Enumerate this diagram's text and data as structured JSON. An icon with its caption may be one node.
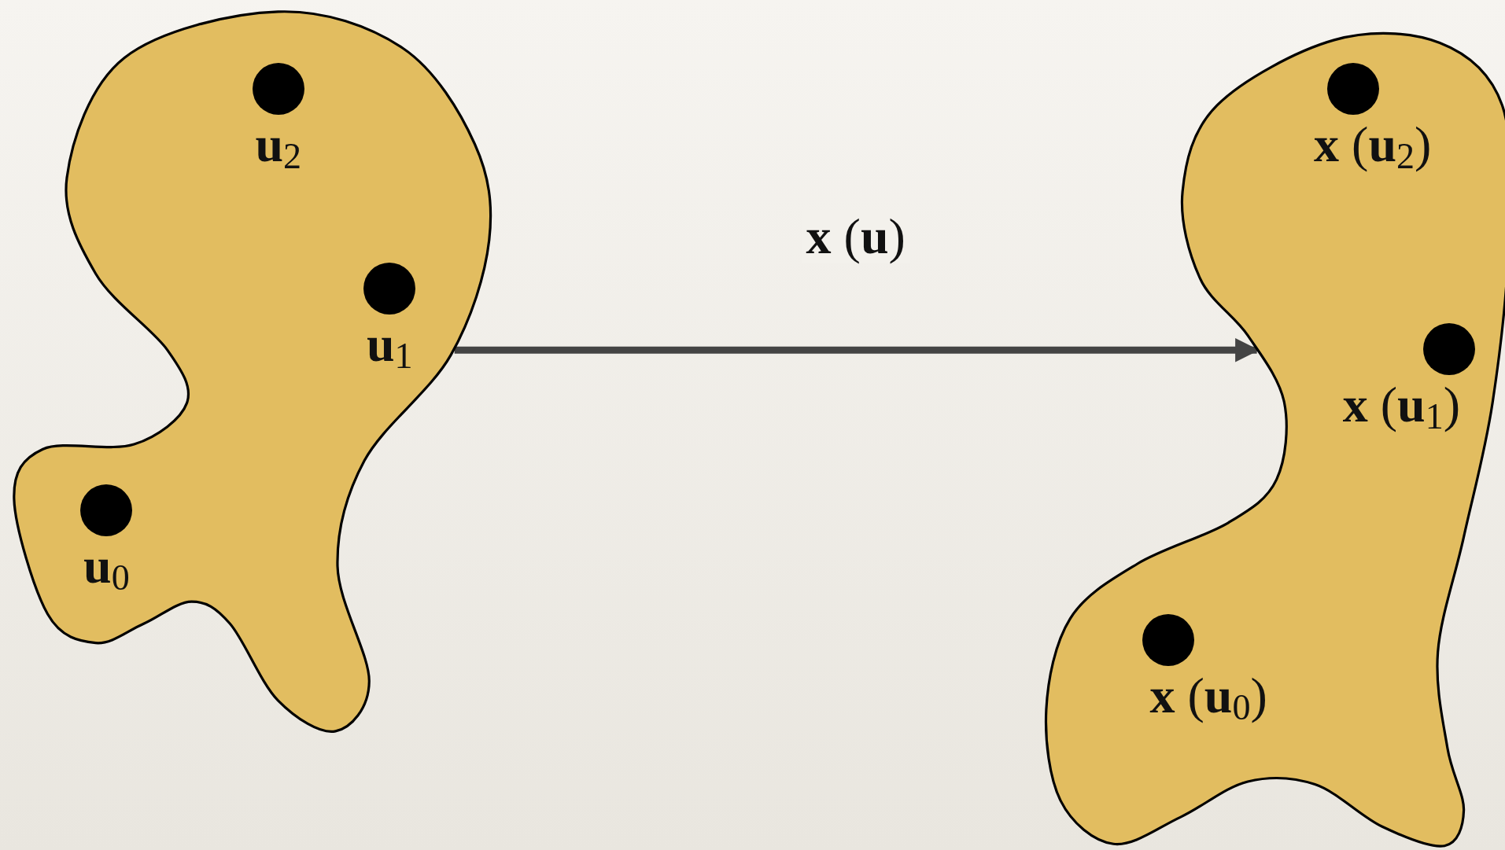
{
  "diagram": {
    "nodes": [
      {
        "text": [],
        "shape": "blob"
      },
      {
        "text": [
          "**u**$_{2}$"
        ],
        "in": 0
      },
      {
        "text": [
          "**u**$_{1}$"
        ],
        "in": 0
      },
      {
        "text": [
          "**u**$_{0}$"
        ],
        "in": 0
      },
      {
        "text": [],
        "shape": "blob"
      },
      {
        "text": [
          "**x** (**u**$_{2}$)"
        ],
        "in": 4
      },
      {
        "text": [
          "**x** (**u**$_{1}$)"
        ],
        "in": 4
      },
      {
        "text": [
          "**x** (**u**$_{0}$)"
        ],
        "in": 4
      }
    ],
    "edges": [
      {
        "from": 0,
        "to": 4,
        "arrow": "to",
        "label": "**x** (**u**)"
      }
    ]
  }
}
